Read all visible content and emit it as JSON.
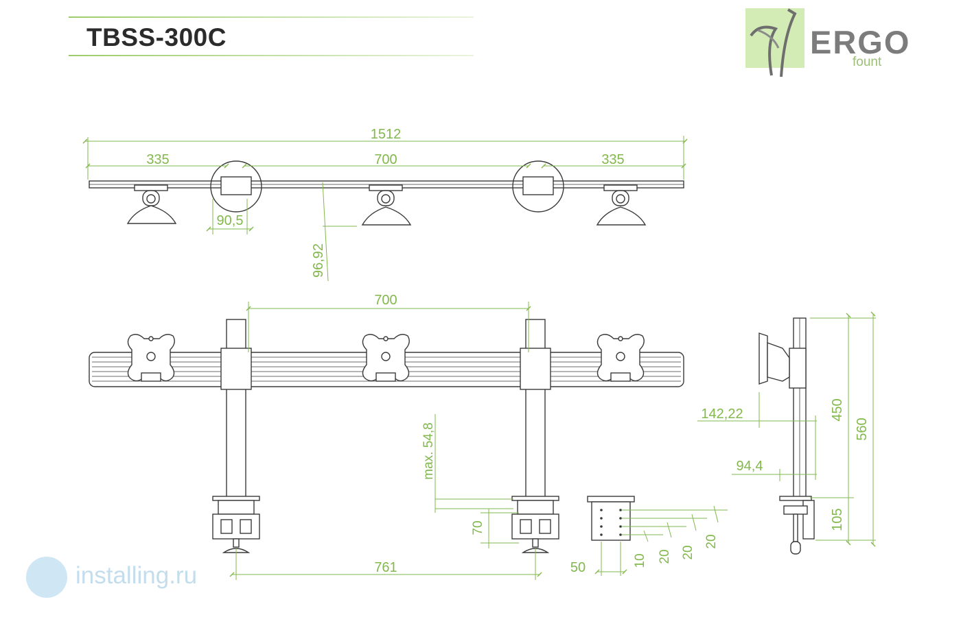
{
  "header": {
    "title": "TBSS-300C",
    "brand_name": "ERGO",
    "brand_sub": "fount",
    "watermark": "installing.ru"
  },
  "colors": {
    "dimension": "#82b84c",
    "drawing": "#3a3a3a",
    "logo_box": "#d3ebb5"
  },
  "dimensions": {
    "top_view": {
      "total": "1512",
      "left_span": "335",
      "middle_span": "700",
      "right_span": "335",
      "pole_width": "90,5",
      "rail_offset": "96,92"
    },
    "front_view": {
      "pole_distance": "700",
      "clamp_distance": "761",
      "desk_max": "max. 54,8",
      "clamp_height": "70"
    },
    "base_detail": {
      "width": "50",
      "step_1": "10",
      "step_2": "20",
      "step_3": "20",
      "step_4": "20"
    },
    "side_view": {
      "arm_depth": "142,22",
      "pole_depth": "94,4",
      "adjust_height": "450",
      "total_height": "560",
      "base_height": "105"
    }
  }
}
